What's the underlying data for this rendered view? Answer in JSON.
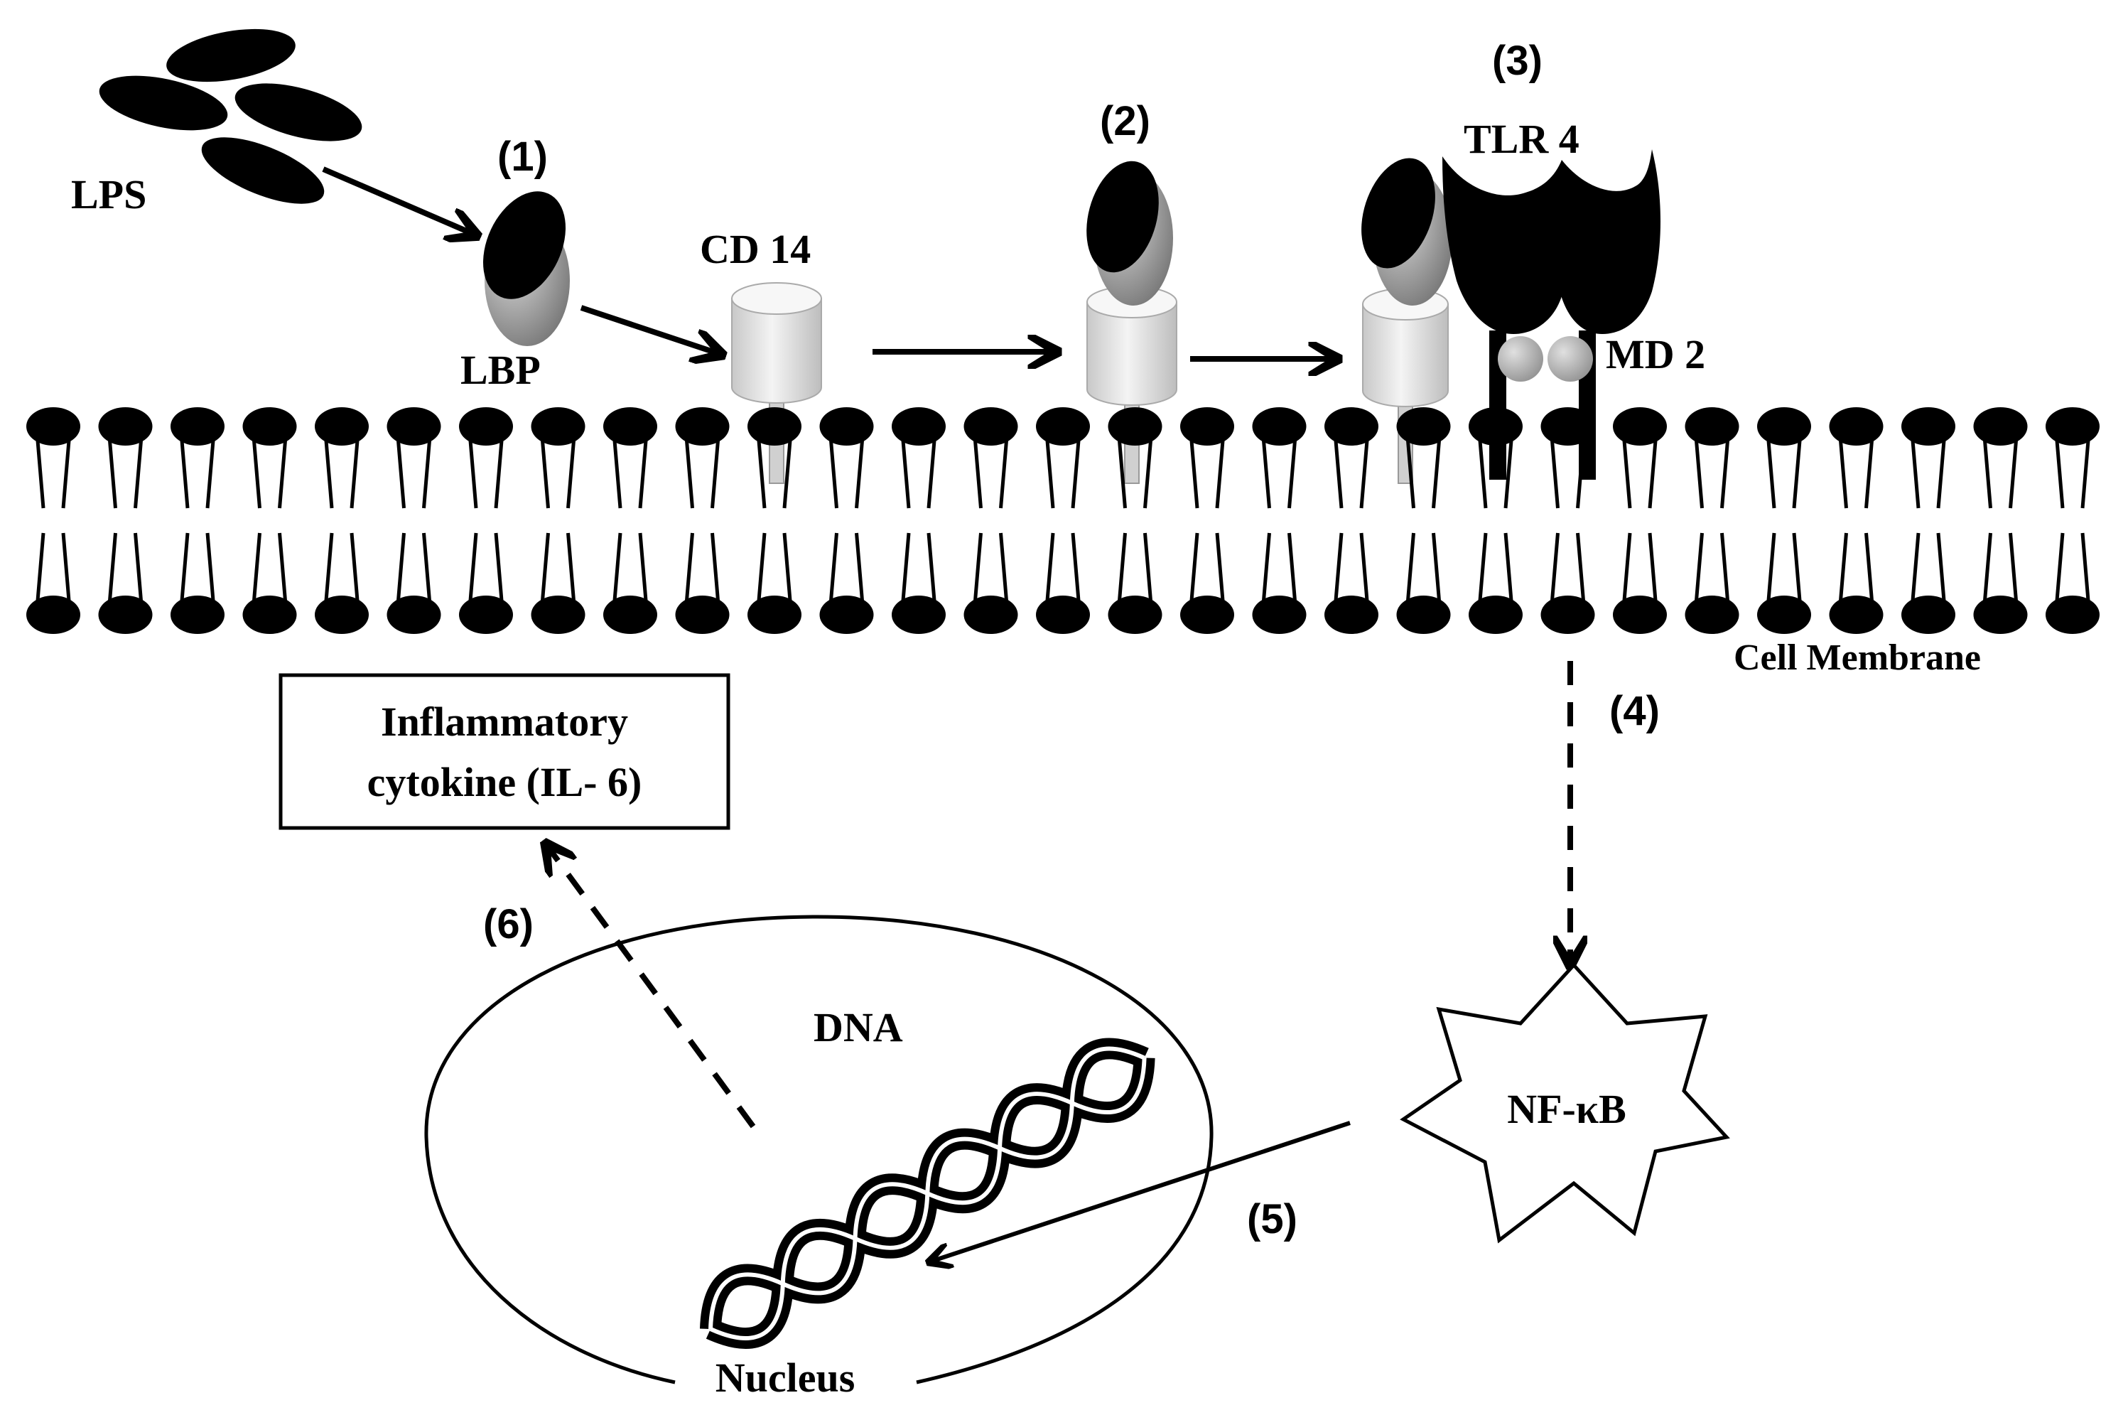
{
  "labels": {
    "lps": "LPS",
    "lbp": "LBP",
    "cd14": "CD 14",
    "tlr4": "TLR 4",
    "md2": "MD 2",
    "cell_membrane": "Cell Membrane",
    "nfkb": "NF-κB",
    "dna": "DNA",
    "nucleus": "Nucleus",
    "cytokine_line1": "Inflammatory",
    "cytokine_line2": "cytokine (IL- 6)"
  },
  "steps": {
    "s1": "(1)",
    "s2": "(2)",
    "s3": "(3)",
    "s4": "(4)",
    "s5": "(5)",
    "s6": "(6)"
  },
  "colors": {
    "ink": "#000000",
    "lbp_gray": "#8c8c8c",
    "cd14_light": "#e6e6e6",
    "md2_gray": "#a6a6a6",
    "background": "#ffffff"
  }
}
